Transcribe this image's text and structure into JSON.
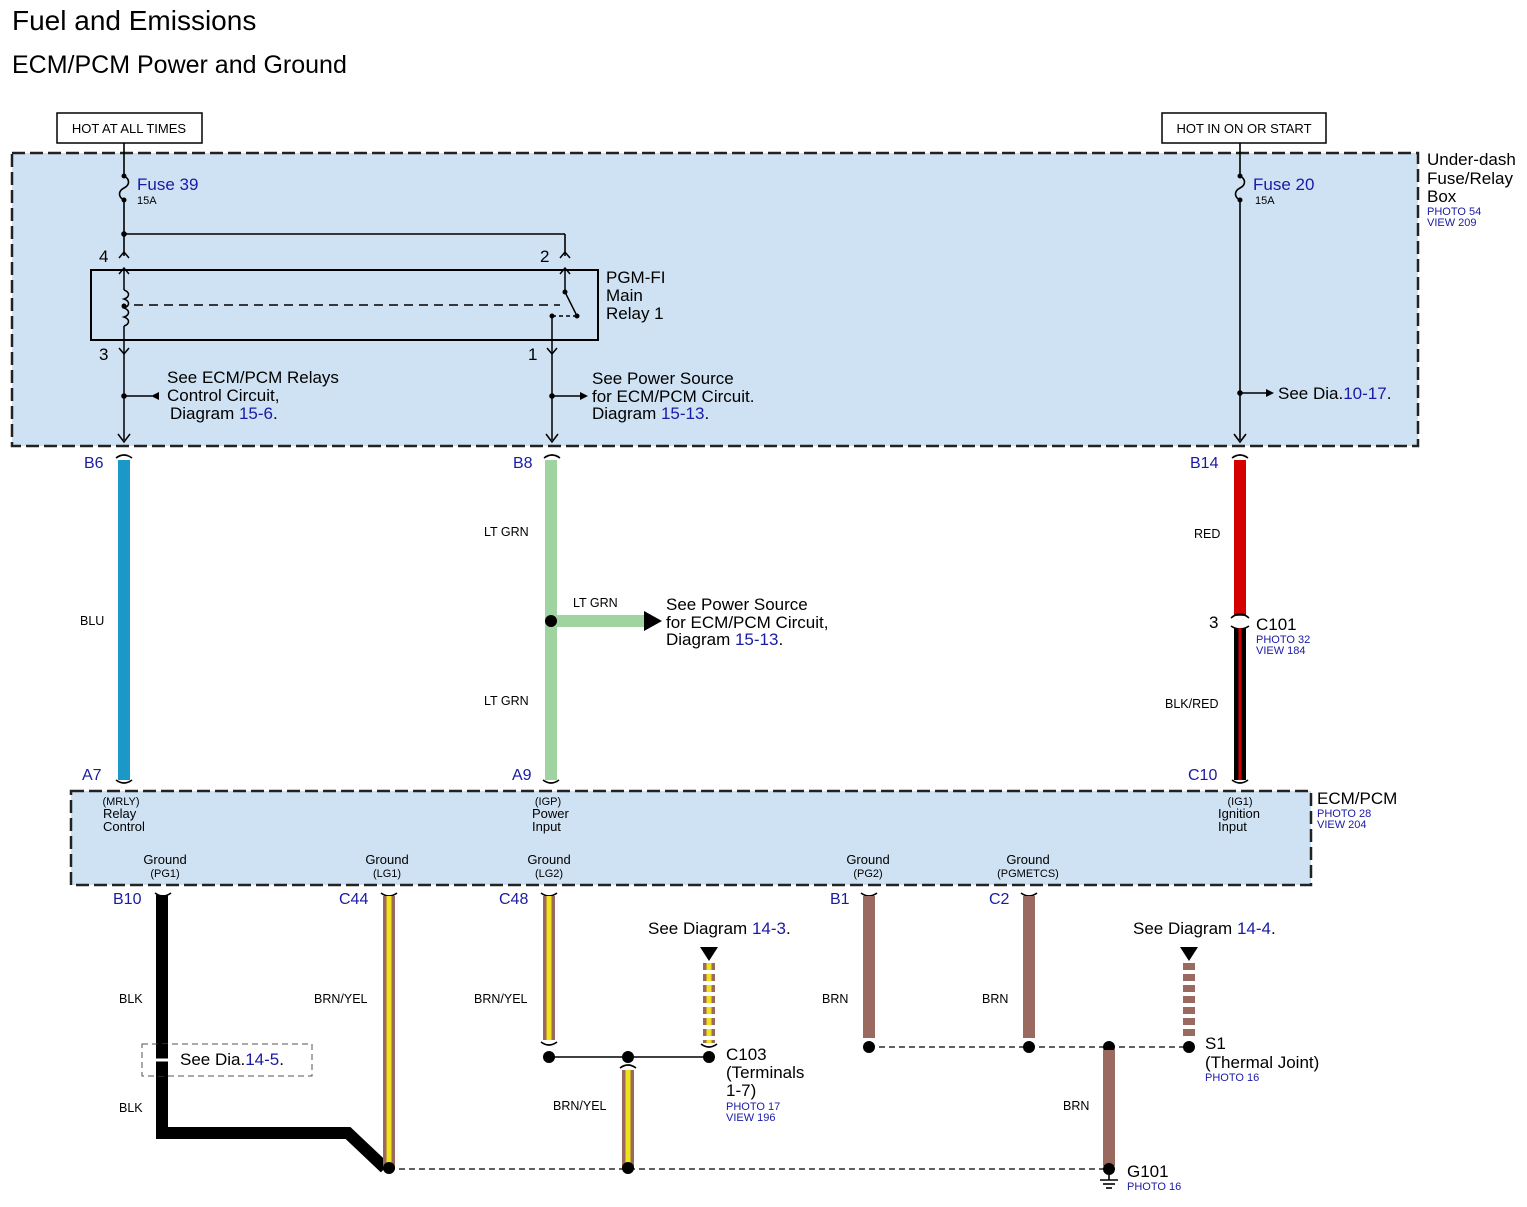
{
  "title": "Fuel and Emissions",
  "subtitle": "ECM/PCM Power and Ground",
  "power_sources": {
    "left": "HOT AT ALL TIMES",
    "right": "HOT IN ON OR START"
  },
  "fuse_box": {
    "name_line1": "Under-dash",
    "name_line2": "Fuse/Relay",
    "name_line3": "Box",
    "photo": "PHOTO 54",
    "view": "VIEW 209"
  },
  "fuses": [
    {
      "name": "Fuse 39",
      "rating": "15A"
    },
    {
      "name": "Fuse 20",
      "rating": "15A"
    }
  ],
  "relay": {
    "line1": "PGM-FI",
    "line2": "Main",
    "line3": "Relay 1",
    "pins": [
      "4",
      "2",
      "3",
      "1"
    ]
  },
  "refs": {
    "relays_ctrl": {
      "l1": "See ECM/PCM Relays",
      "l2": "Control Circuit,",
      "l3": "Diagram ",
      "num": "15-6",
      "end": "."
    },
    "power_src_box": {
      "l1": "See Power Source",
      "l2": "for ECM/PCM Circuit.",
      "l3": "Diagram ",
      "num": "15-13",
      "end": "."
    },
    "dia_right": {
      "pre": "See Dia.",
      "num": "10-17",
      "end": "."
    },
    "power_src_splice": {
      "l1": "See Power Source",
      "l2": "for ECM/PCM Circuit,",
      "l3": "Diagram ",
      "num": "15-13",
      "end": "."
    },
    "diag_14_3": {
      "pre": "See Diagram ",
      "num": "14-3",
      "end": "."
    },
    "diag_14_4": {
      "pre": "See Diagram ",
      "num": "14-4",
      "end": "."
    },
    "dia_14_5": {
      "pre": "See Dia.",
      "num": "14-5",
      "end": "."
    }
  },
  "box_pins": [
    "B6",
    "B8",
    "B14"
  ],
  "ecm_top_pins": [
    "A7",
    "A9",
    "C10"
  ],
  "ecm_bottom_pins": [
    "B10",
    "C44",
    "C48",
    "B1",
    "C2"
  ],
  "wires": {
    "blu": "BLU",
    "ltgrn_upper": "LT GRN",
    "ltgrn_branch": "LT GRN",
    "ltgrn_lower": "LT GRN",
    "red": "RED",
    "blkred": "BLK/RED",
    "blk_upper": "BLK",
    "blk_lower": "BLK",
    "brnyel_c44": "BRN/YEL",
    "brnyel_c48": "BRN/YEL",
    "brnyel_lower": "BRN/YEL",
    "brn_b1": "BRN",
    "brn_c2": "BRN",
    "brn_g101": "BRN"
  },
  "colors": {
    "panel": "#cfe2f3",
    "blu": "#1b97c8",
    "ltgrn": "#9fd39f",
    "red": "#d40000",
    "brn": "#9a6a60",
    "yel": "#f1e31a",
    "blk": "#000000",
    "link": "#1a1aa6"
  },
  "c101": {
    "pin": "3",
    "name": "C101",
    "photo": "PHOTO 32",
    "view": "VIEW 184"
  },
  "ecm": {
    "name": "ECM/PCM",
    "photo": "PHOTO 28",
    "view": "VIEW 204",
    "terminals_top": [
      {
        "code": "(MRLY)",
        "l1": "Relay",
        "l2": "Control"
      },
      {
        "code": "(IGP)",
        "l1": "Power",
        "l2": "Input"
      },
      {
        "code": "(IG1)",
        "l1": "Ignition",
        "l2": "Input"
      }
    ],
    "grounds": [
      {
        "label": "Ground",
        "code": "(PG1)"
      },
      {
        "label": "Ground",
        "code": "(LG1)"
      },
      {
        "label": "Ground",
        "code": "(LG2)"
      },
      {
        "label": "Ground",
        "code": "(PG2)"
      },
      {
        "label": "Ground",
        "code": "(PGMETCS)"
      }
    ]
  },
  "c103": {
    "name": "C103",
    "l1": "(Terminals",
    "l2": "1-7)",
    "photo": "PHOTO 17",
    "view": "VIEW 196"
  },
  "s1": {
    "name": "S1",
    "l1": "(Thermal Joint)",
    "photo": "PHOTO 16"
  },
  "g101": {
    "name": "G101",
    "photo": "PHOTO 16"
  }
}
